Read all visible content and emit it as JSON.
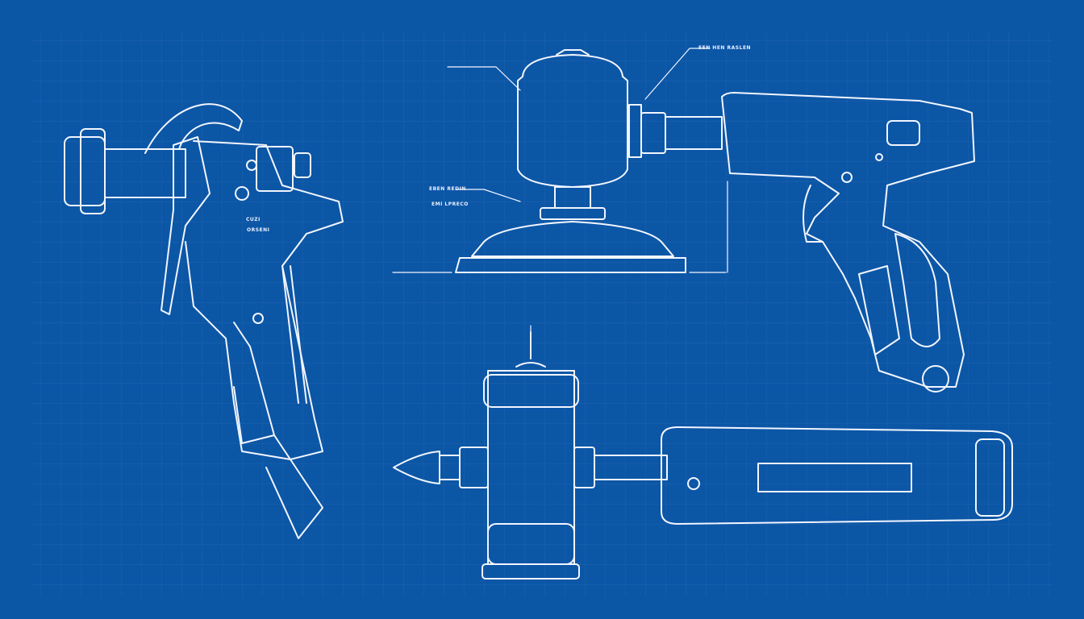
{
  "title": "Blueprint drawings of power tools",
  "colors": {
    "background": "#0c56a6",
    "grid": "#2a6db5",
    "line": "#f2f6ff"
  },
  "objects": [
    {
      "name": "spray-gun",
      "position": "left"
    },
    {
      "name": "orbital-sander-with-drill-grip",
      "position": "top-right"
    },
    {
      "name": "rotary-tool-with-handle",
      "position": "bottom-right"
    }
  ],
  "labels": {
    "top_callout": "EEN HEN RASLEN",
    "mid_callout_1": "EBEN REDIN",
    "mid_callout_2": "EMI LPRECO",
    "gun_text_1": "CUZI",
    "gun_text_2": "ORSENI"
  }
}
